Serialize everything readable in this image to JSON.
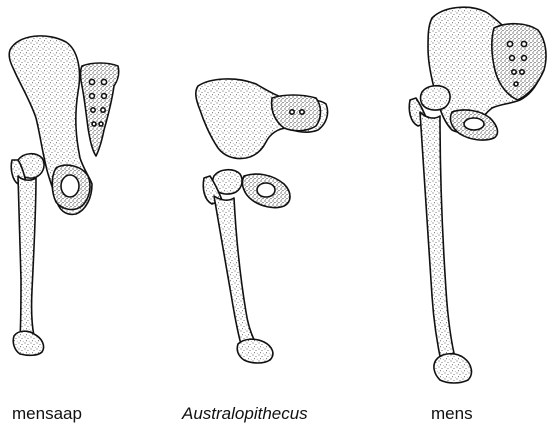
{
  "figure": {
    "labels": {
      "mensaap": "mensaap",
      "australopithecus": "Australopithecus",
      "mens": "mens"
    },
    "colors": {
      "bone_fill": "#ffffff",
      "stroke": "#111111",
      "stipple": "#3a3a3a"
    },
    "icons": [
      "ape-pelvis-femur-icon",
      "australopithecus-pelvis-femur-icon",
      "human-pelvis-femur-icon"
    ]
  }
}
